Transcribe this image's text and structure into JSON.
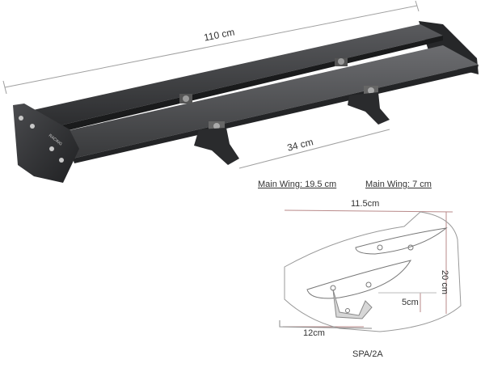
{
  "product": {
    "dimension_total_length": "110 cm",
    "dimension_mount_spacing": "34 cm",
    "brand_mark": "RACING"
  },
  "diagram": {
    "main_wing_label_a": "Main Wing: 19.5 cm",
    "main_wing_label_b": "Main Wing: 7 cm",
    "dim_width": "11.5cm",
    "dim_height": "20 cm",
    "dim_offset": "5cm",
    "dim_base": "12cm",
    "model": "SPA/2A"
  },
  "colors": {
    "wing_dark": "#2b2c2e",
    "wing_mid": "#4a4b4e",
    "wing_light": "#6c6d70",
    "line": "#a0a0a0",
    "diagram_stroke": "#8a8a8a",
    "bracket_fill": "#d7d7d7",
    "dim_line": "#b98a8a"
  }
}
